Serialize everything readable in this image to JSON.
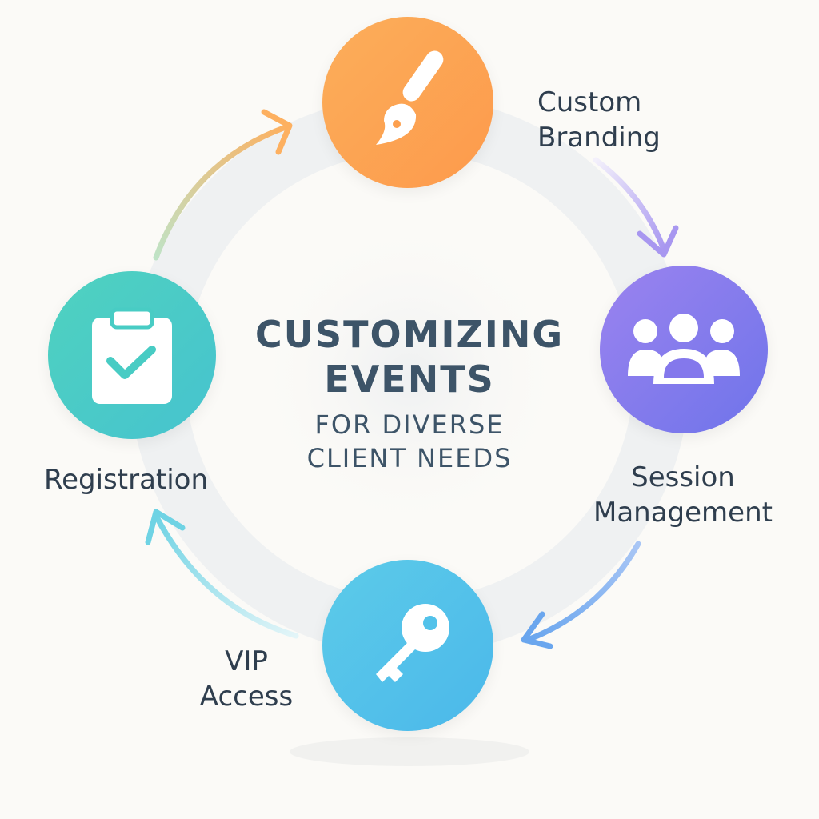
{
  "title": {
    "line1": "CUSTOMIZING",
    "line2": "EVENTS",
    "sub1": "FOR DIVERSE",
    "sub2": "CLIENT NEEDS"
  },
  "steps": [
    {
      "label1": "Custom",
      "label2": "Branding",
      "icon": "paintbrush-icon",
      "color": "#fda04e"
    },
    {
      "label1": "Session",
      "label2": "Management",
      "icon": "group-icon",
      "color": "#8b78ef"
    },
    {
      "label1": "VIP",
      "label2": "Access",
      "icon": "key-icon",
      "color": "#52c2ea"
    },
    {
      "label1": "Registration",
      "icon": "clipboard-check-icon",
      "color": "#48ccc4"
    }
  ]
}
